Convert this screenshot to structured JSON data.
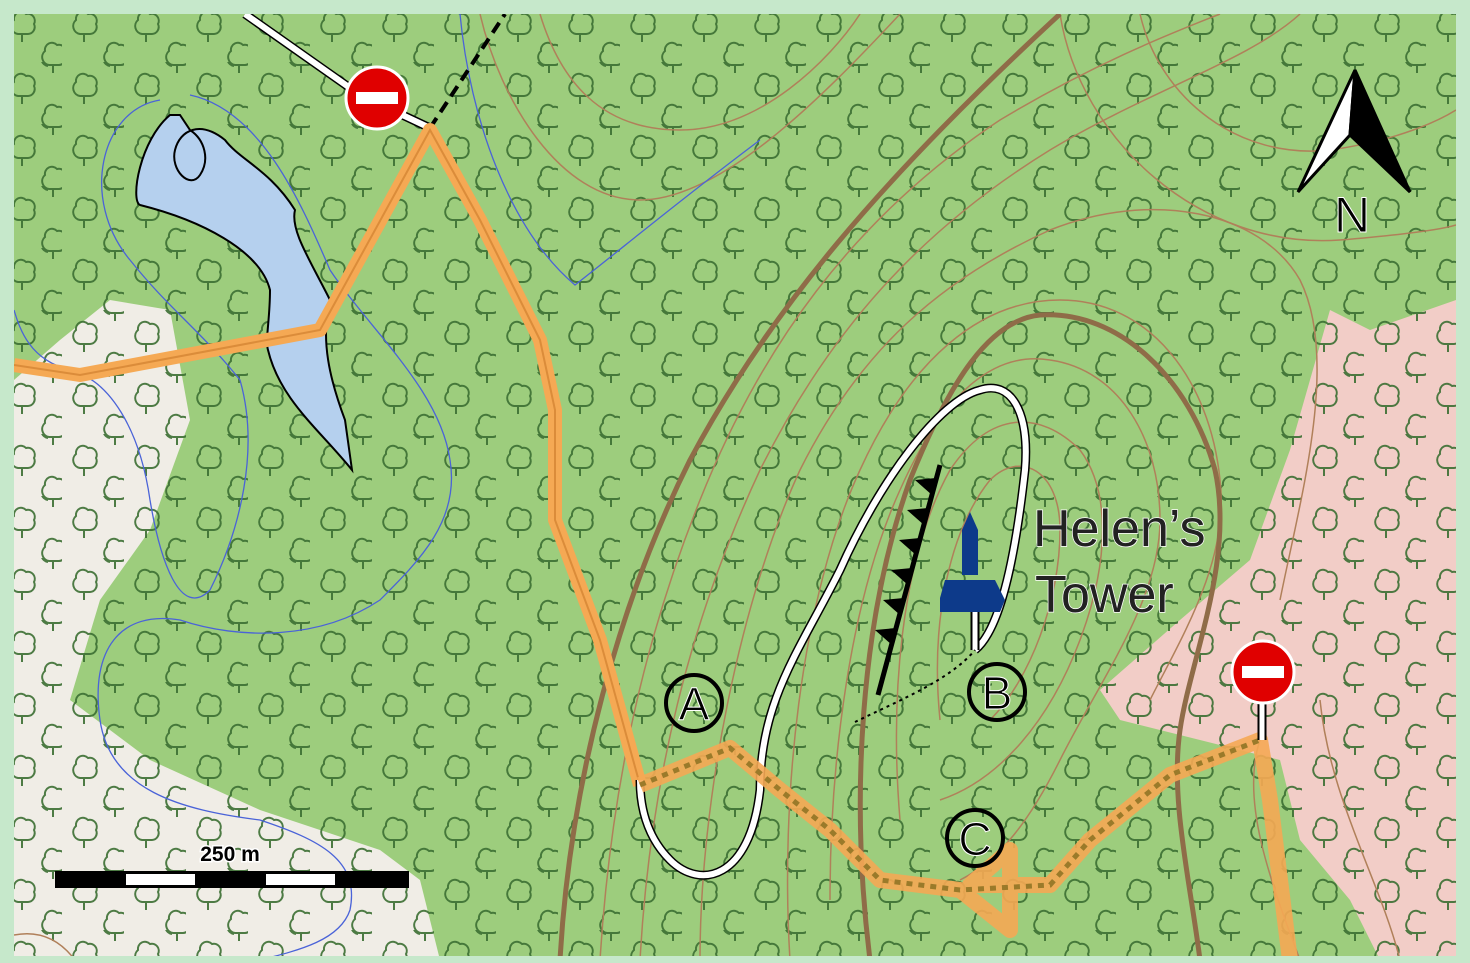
{
  "map": {
    "colors": {
      "forest": "#9dcd7d",
      "open_land": "#f0ede6",
      "residential": "#f2cdc7",
      "water": "#b5d0ee",
      "contour": "#b0805a",
      "contour_major": "#8f6c48",
      "path_orange": "#f5a954",
      "border": "#c6e8cb"
    },
    "landmark": {
      "line1": "Helen’s",
      "line2": "Tower",
      "icon": "tower-icon"
    },
    "points": [
      {
        "label": "A"
      },
      {
        "label": "B"
      },
      {
        "label": "C"
      }
    ],
    "north_arrow": {
      "label": "N",
      "icon": "north-arrow-icon"
    },
    "scale_bar": {
      "label": "250 m"
    },
    "no_entry_signs": [
      {
        "icon": "no-entry-icon"
      },
      {
        "icon": "no-entry-icon"
      }
    ]
  }
}
